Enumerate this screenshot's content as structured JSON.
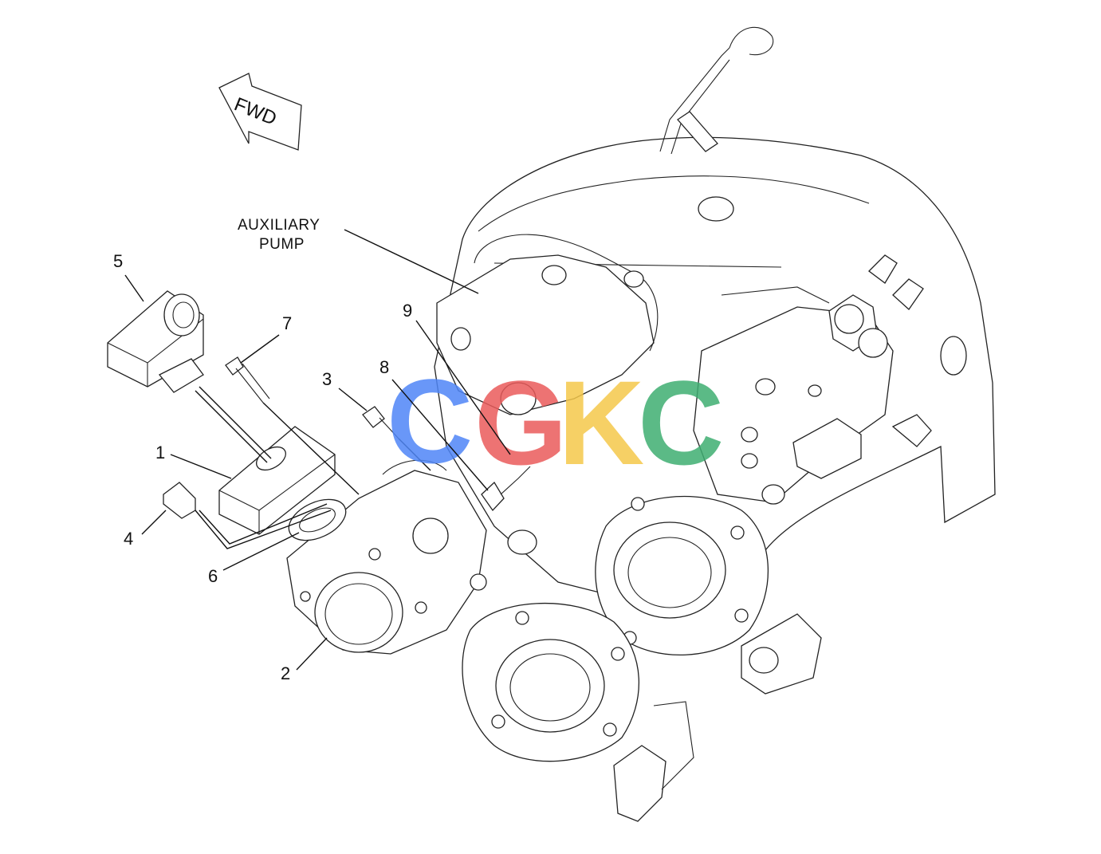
{
  "diagram": {
    "direction_arrow_text": "FWD",
    "callout_aux_pump_line1": "AUXILIARY",
    "callout_aux_pump_line2": "PUMP",
    "callouts": [
      "1",
      "2",
      "3",
      "4",
      "5",
      "6",
      "7",
      "8",
      "9"
    ],
    "watermark": {
      "letters": [
        "C",
        "G",
        "K",
        "C"
      ],
      "colors": [
        "#4f86f7",
        "#ea5b5b",
        "#f5c84b",
        "#3fae72"
      ]
    }
  }
}
